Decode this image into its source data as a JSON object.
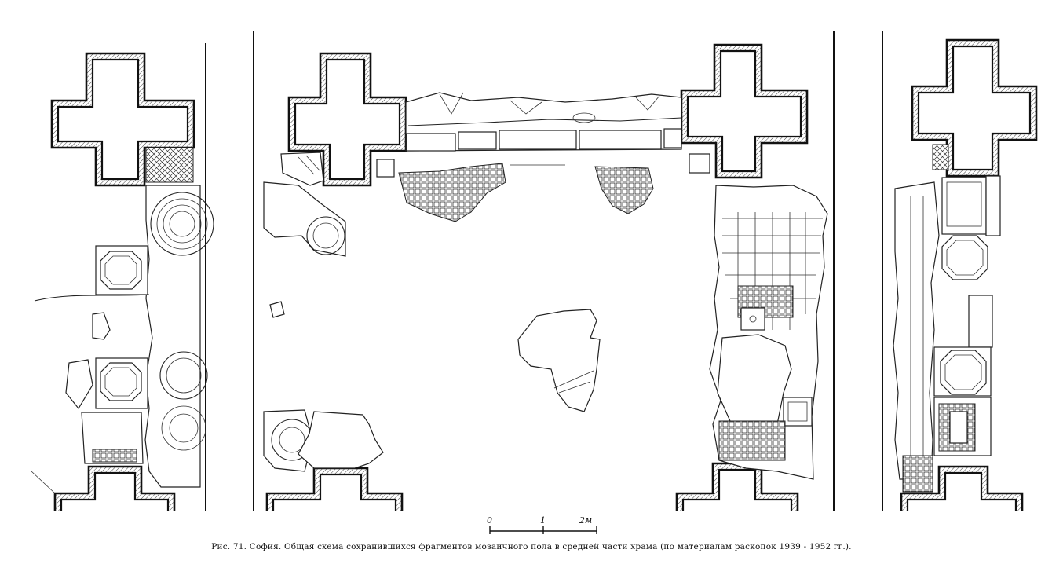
{
  "scale_bar": {
    "ticks": [
      "0",
      "1",
      "2м"
    ]
  },
  "caption": "Рис. 71. София. Общая схема сохранившихся фрагментов мозаичного пола в средней части храма (по материалам раскопок 1939 - 1952 гг.).",
  "colors": {
    "ink": "#111111",
    "paper": "#ffffff"
  }
}
